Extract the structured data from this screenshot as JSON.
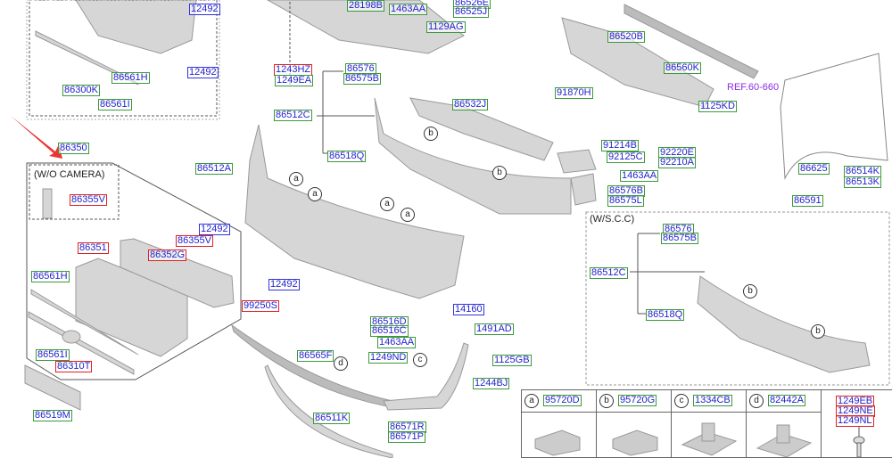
{
  "top_left_box": {
    "l1": "12492",
    "l2": "86561H",
    "l3": "12492",
    "l4": "86300K",
    "l5": "86561I"
  },
  "top_center": {
    "l1": "28198B",
    "l2": "1463AA",
    "l3": "86526E",
    "l4": "86525J",
    "l5": "1129AG",
    "l6": "1243HZ",
    "l7": "1249EA",
    "l8": "86576",
    "l9": "86575B",
    "l10": "86512C",
    "l11": "86532J",
    "l12": "86518Q",
    "l13": "86350",
    "l14": "86512A"
  },
  "right_upper": {
    "l1": "86520B",
    "l2": "86560K",
    "l3": "91870H",
    "l4": "1125KD",
    "ref": "REF.60-660",
    "l5": "91214B",
    "l6": "92125C",
    "l7": "92220E",
    "l8": "92210A",
    "l9": "1463AA",
    "l10": "86576B",
    "l11": "86575L",
    "l12": "86625",
    "l13": "86514K",
    "l14": "86513K",
    "l15": "86591"
  },
  "wo_camera": {
    "title": "(W/O CAMERA)",
    "l1": "86355V",
    "l2": "12492",
    "l3": "86355V",
    "l4": "86351",
    "l5": "86352G",
    "l6": "86561H",
    "l7": "86561I",
    "l8": "86310T",
    "l9": "86519M"
  },
  "center": {
    "l1": "12492",
    "l2": "99250S",
    "l3": "14160",
    "l4": "86516D",
    "l5": "86516C",
    "l6": "1491AD",
    "l7": "1463AA",
    "l8": "86565F",
    "l9": "1249ND",
    "l10": "1125GB",
    "l11": "1244BJ",
    "l12": "86511K",
    "l13": "86571R",
    "l14": "86571P"
  },
  "wscc": {
    "title": "(W/S.C.C)",
    "l1": "86576",
    "l2": "86575B",
    "l3": "86512C",
    "l4": "86518Q"
  },
  "callouts": {
    "a": "a",
    "b": "b",
    "c": "c",
    "d": "d"
  },
  "table": [
    {
      "key": "a",
      "part": "95720D"
    },
    {
      "key": "b",
      "part": "95720G"
    },
    {
      "key": "c",
      "part": "1334CB"
    },
    {
      "key": "d",
      "part": "82442A"
    },
    {
      "parts": [
        "1249EB",
        "1249NE",
        "1249NL"
      ]
    }
  ]
}
